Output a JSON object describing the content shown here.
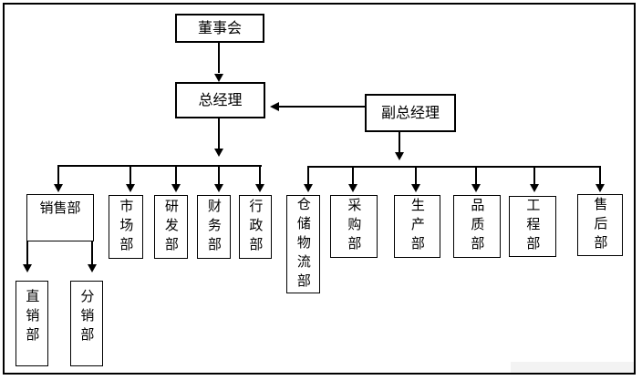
{
  "diagram": {
    "type": "org-chart",
    "background_color": "#ffffff",
    "line_color": "#000000",
    "box_fill_color": "#ffffff",
    "nodes": {
      "board": "董事会",
      "gm": "总经理",
      "vgm": "副总经理",
      "sales": "销售部",
      "marketing": "市场部",
      "rnd": "研发部",
      "finance": "财务部",
      "admin": "行政部",
      "warehouse": "仓储物流部",
      "purchasing": "采购部",
      "production": "生产部",
      "quality": "品质部",
      "engineering": "工程部",
      "aftersales": "售后部",
      "direct_sales": "直销部",
      "distribution": "分销部"
    },
    "hierarchy": {
      "board": [
        "gm"
      ],
      "vgm_reports_to": "gm",
      "gm": [
        "sales",
        "marketing",
        "rnd",
        "finance",
        "admin"
      ],
      "vgm": [
        "warehouse",
        "purchasing",
        "production",
        "quality",
        "engineering",
        "aftersales"
      ],
      "sales": [
        "direct_sales",
        "distribution"
      ]
    }
  }
}
